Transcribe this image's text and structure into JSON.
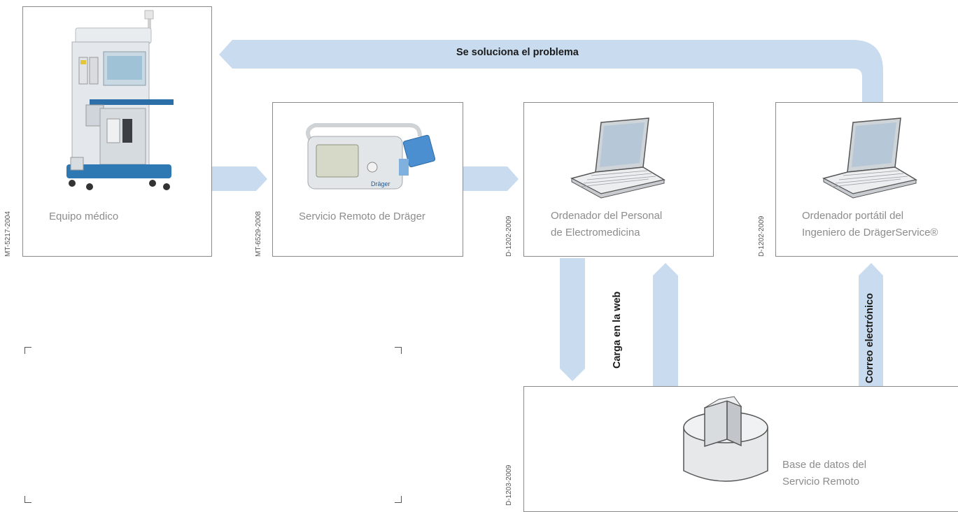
{
  "colors": {
    "arrow": "#c9dbef",
    "box_border": "#8a8a8a",
    "caption": "#8c8c8c"
  },
  "nodes": {
    "equipo": {
      "label": "Equipo médico",
      "code": "MT-5217-2004"
    },
    "servicio": {
      "label": "Servicio Remoto de Dräger",
      "code": "MT-6529-2008",
      "device_brand": "Dräger"
    },
    "ordenador": {
      "label_line1": "Ordenador del Personal",
      "label_line2": "de Electromedicina",
      "code": "D-1202-2009"
    },
    "portatil": {
      "label_line1": "Ordenador portátil del",
      "label_line2": "Ingeniero de DrägerService®",
      "code": "D-1202-2009"
    },
    "base": {
      "label_line1": "Base de datos del",
      "label_line2": "Servicio Remoto",
      "code": "D-1203-2009"
    }
  },
  "arrows": {
    "top": "Se soluciona el problema",
    "web": "Carga en la web",
    "email": "Correo electrónico"
  }
}
